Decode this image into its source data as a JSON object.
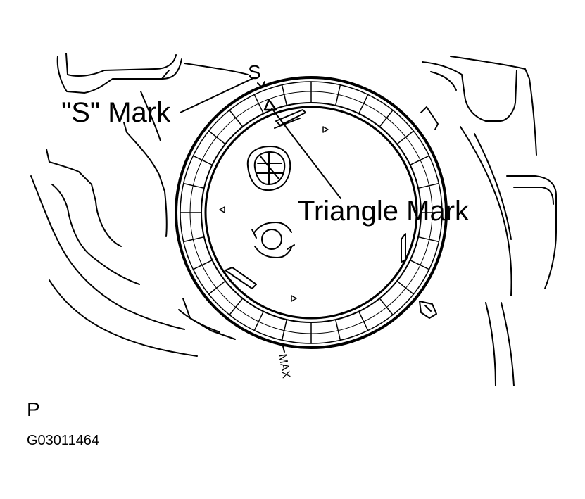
{
  "figure": {
    "callouts": {
      "s_mark": "\"S\" Mark",
      "triangle_mark": "Triangle Mark"
    },
    "ring_glyphs": {
      "s_letter": "S",
      "max_text": "MAX"
    },
    "section_letter": "P",
    "figure_code": "G03011464"
  },
  "colors": {
    "line": "#000000",
    "background": "#ffffff"
  }
}
